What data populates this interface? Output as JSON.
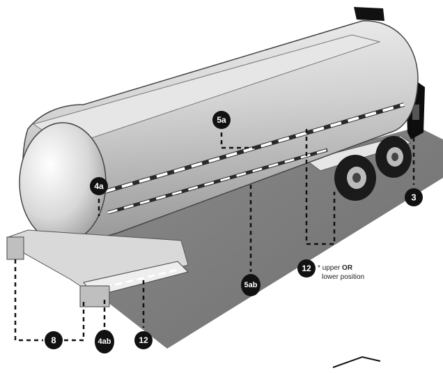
{
  "callouts": {
    "c3": "3",
    "c4a": "4a",
    "c4ab": "4ab",
    "c5a": "5a",
    "c5ab": "5ab",
    "c8": "8",
    "c12_front": "12",
    "c12_rear": "12"
  },
  "note": {
    "asterisk": "*",
    "upper": "upper",
    "or": "OR",
    "lower": "lower position"
  },
  "colors": {
    "callout_fill": "#111111",
    "leader_line": "#111111",
    "tank_body": "#d8d8d8",
    "frame_shadow": "#7a7a7a",
    "reflective_tape": "#ffffff"
  }
}
